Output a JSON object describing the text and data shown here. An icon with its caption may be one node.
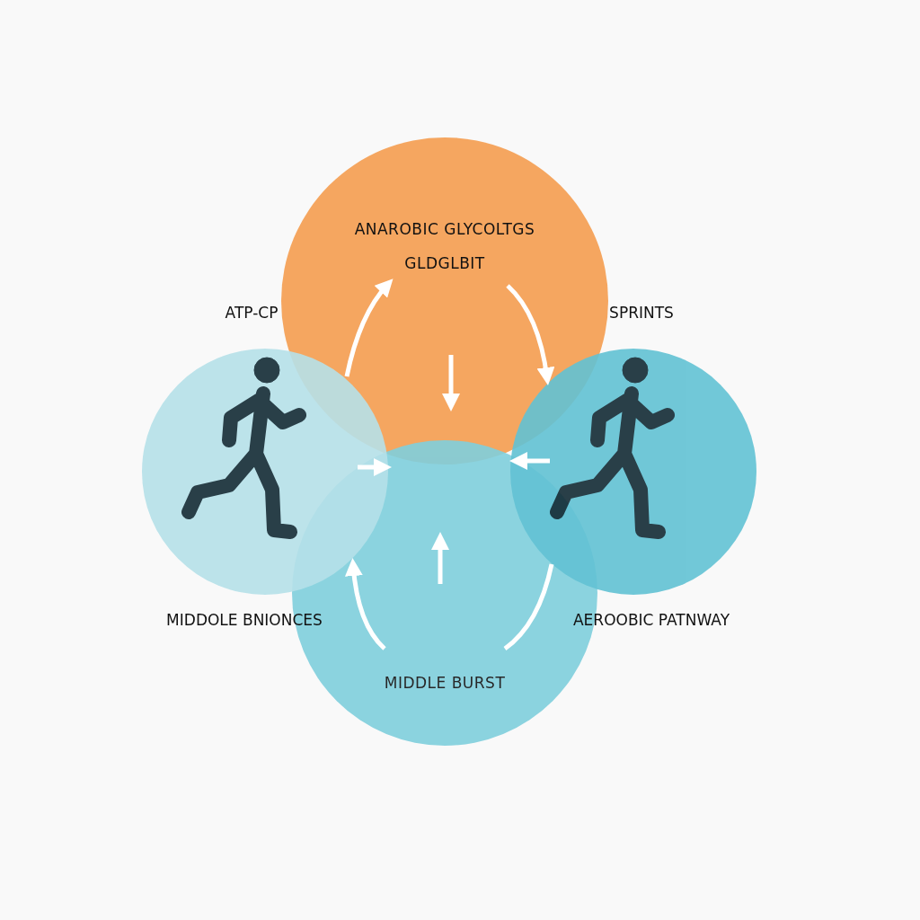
{
  "diagram": {
    "nodes": [
      {
        "text": [
          "ANAROBIC GLYCOLTGS",
          "GLDGLBIT"
        ]
      },
      {
        "text": [],
        "shape": "circle"
      },
      {
        "text": [],
        "shape": "circle"
      },
      {
        "text": [
          "MIDDLE BURST"
        ]
      }
    ],
    "edges": [
      {
        "from": 1,
        "to": 0,
        "arrow": "to"
      },
      {
        "from": 0,
        "to": 2,
        "arrow": "to"
      },
      {
        "from": 2,
        "to": 3,
        "arrow": "none"
      },
      {
        "from": 3,
        "to": 1,
        "arrow": "to"
      }
    ],
    "labels": [
      "ATP-CP",
      "SPRINTS",
      "MIDDOLE BNIONCES",
      "AEROOBIC PATNWAY"
    ]
  }
}
